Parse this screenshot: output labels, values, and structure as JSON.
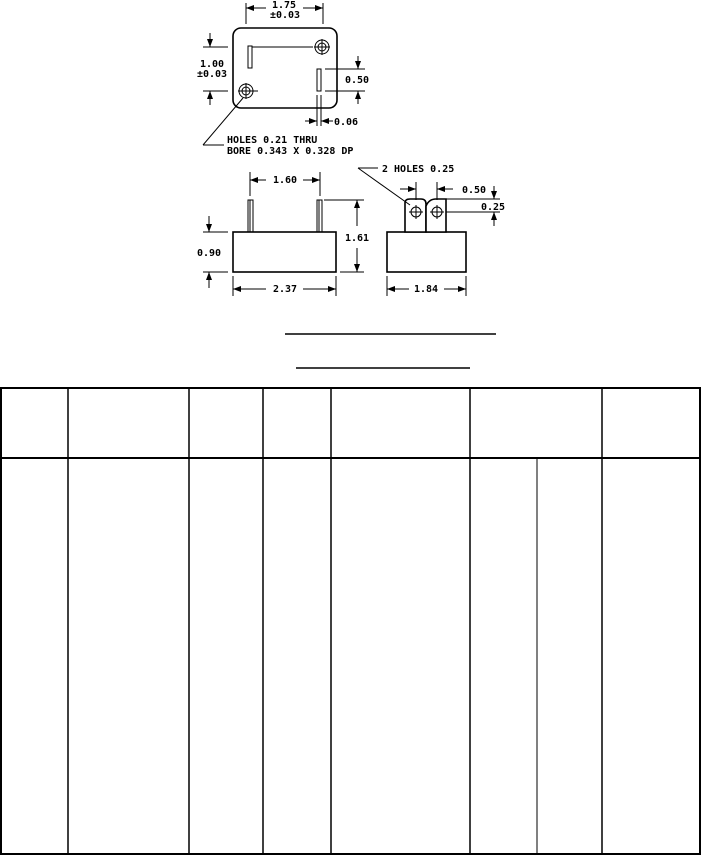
{
  "dimensions": {
    "top_width": "1.75",
    "top_width_tol": "±0.03",
    "top_height": "1.00",
    "top_height_tol": "±0.03",
    "tab_offset": "0.50",
    "tab_width": "0.06",
    "holes_note_line1": "HOLES 0.21 THRU",
    "holes_note_line2": "BORE 0.343 X 0.328 DP",
    "pin_spacing": "1.60",
    "body_height": "0.90",
    "overall_height": "1.61",
    "body_length": "2.37",
    "side_holes_note": "2 HOLES 0.25",
    "side_tab_spacing": "0.50",
    "side_tab_offset": "0.25",
    "side_width": "1.84"
  },
  "table": {
    "columns": 7
  }
}
